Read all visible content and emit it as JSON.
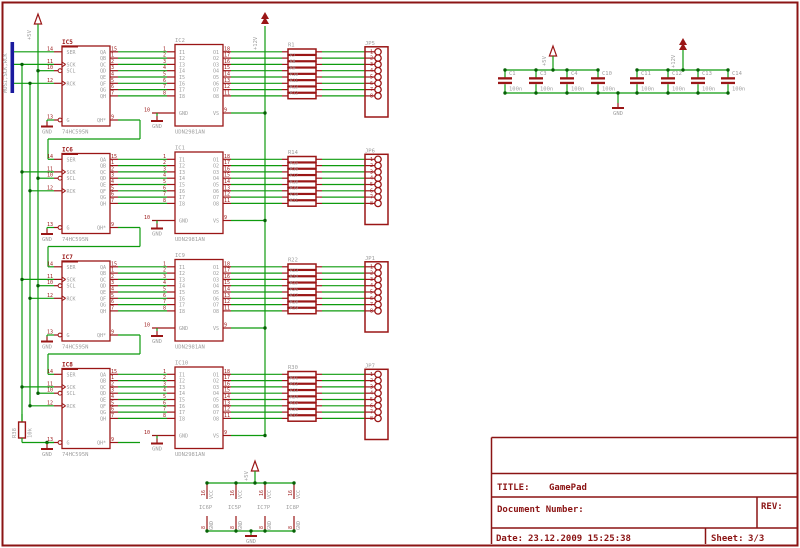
{
  "colors": {
    "wire": "#0f9b0f",
    "symbol": "#9a1616",
    "frame": "#8b1414",
    "bus": "#1a1a9e",
    "junction": "#056105",
    "label_gray": "#9e9e9e",
    "background": "#ffffff"
  },
  "bus_label": "MOSI,SCK,RCK",
  "supplies": {
    "v5": "+5V",
    "v12": "+12V",
    "gnd": "GND"
  },
  "shift_template": {
    "value": "74HC595N",
    "gnd": "GND",
    "left_pins": [
      {
        "num": "14",
        "name": "SER"
      },
      {
        "num": "11",
        "name": "SCK"
      },
      {
        "num": "10",
        "name": "SCL"
      },
      {
        "num": "12",
        "name": "RCK"
      },
      {
        "num": "13",
        "name": "G"
      }
    ],
    "right_pins": [
      {
        "num": "15",
        "name": "QA"
      },
      {
        "num": "1",
        "name": "QB"
      },
      {
        "num": "2",
        "name": "QC"
      },
      {
        "num": "3",
        "name": "QD"
      },
      {
        "num": "4",
        "name": "QE"
      },
      {
        "num": "5",
        "name": "QF"
      },
      {
        "num": "6",
        "name": "QG"
      },
      {
        "num": "7",
        "name": "QH"
      },
      {
        "num": "9",
        "name": "QH*"
      }
    ]
  },
  "driver_template": {
    "value": "UDN2981AN",
    "gnd": "GND",
    "left_nums": [
      "1",
      "2",
      "3",
      "4",
      "5",
      "6",
      "7",
      "8"
    ],
    "left_names": [
      "I1",
      "I2",
      "I3",
      "I4",
      "I5",
      "I6",
      "I7",
      "I8"
    ],
    "right_nums": [
      "18",
      "17",
      "16",
      "15",
      "14",
      "13",
      "12",
      "11"
    ],
    "right_names": [
      "O1",
      "O2",
      "O3",
      "O4",
      "O5",
      "O6",
      "O7",
      "O8"
    ],
    "gnd_pin": {
      "num": "10",
      "name": "GND"
    },
    "vs_pin": {
      "num": "9",
      "name": "VS"
    }
  },
  "jp_pins": [
    "1",
    "2",
    "3",
    "4",
    "5",
    "6",
    "7",
    "8"
  ],
  "channels": [
    {
      "shift_name": "IC5",
      "driver_name": "IC2",
      "rnet": {
        "label": "R1",
        "resistors": [
          "R7",
          "R8",
          "R9",
          "R10",
          "R11",
          "R13",
          "R12"
        ]
      },
      "connector": {
        "label": "JP5"
      }
    },
    {
      "shift_name": "IC6",
      "driver_name": "IC1",
      "rnet": {
        "label": "R14",
        "resistors": [
          "R15",
          "R16",
          "R17",
          "R18",
          "R19",
          "R20",
          "R21"
        ]
      },
      "connector": {
        "label": "JP6"
      }
    },
    {
      "shift_name": "IC7",
      "driver_name": "IC9",
      "rnet": {
        "label": "R22",
        "resistors": [
          "R23",
          "R24",
          "R25",
          "R26",
          "R27",
          "R28",
          "R29"
        ]
      },
      "connector": {
        "label": "JP1"
      }
    },
    {
      "shift_name": "IC8",
      "driver_name": "IC10",
      "rnet": {
        "label": "R30",
        "resistors": [
          "R31",
          "R32",
          "R33",
          "R34",
          "R35",
          "R36",
          "R37"
        ]
      },
      "connector": {
        "label": "JP7"
      }
    }
  ],
  "pulldown": {
    "name": "R38",
    "value": "10k"
  },
  "capacitors": {
    "v5_group": [
      {
        "name": "C1",
        "value": "100n"
      },
      {
        "name": "C3",
        "value": "100n"
      },
      {
        "name": "C4",
        "value": "100n"
      },
      {
        "name": "C10",
        "value": "100n"
      }
    ],
    "v12_group": [
      {
        "name": "C11",
        "value": "100n"
      },
      {
        "name": "C12",
        "value": "100n"
      },
      {
        "name": "C13",
        "value": "100n"
      },
      {
        "name": "C14",
        "value": "100n"
      }
    ],
    "gnd": "GND"
  },
  "power_block": {
    "parts": [
      "IC6P",
      "IC5P",
      "IC7P",
      "IC8P"
    ],
    "vcc_num": "16",
    "vcc_name": "VCC",
    "gnd_num": "8",
    "gnd_name": "GND",
    "supply": "+5V",
    "gnd": "GND"
  },
  "title_block": {
    "title_label": "TITLE:",
    "title": "GamePad",
    "doc_label": "Document Number:",
    "rev_label": "REV:",
    "date_label": "Date:",
    "date": "23.12.2009 15:25:38",
    "sheet_label": "Sheet:",
    "sheet": "3/3"
  }
}
